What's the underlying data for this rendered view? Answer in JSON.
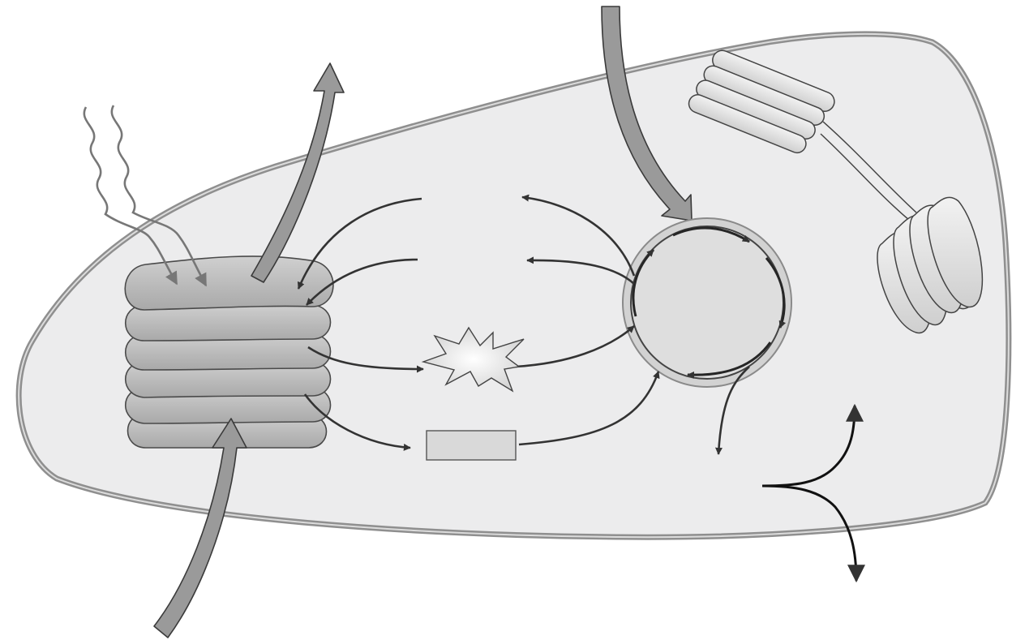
{
  "diagram": {
    "kind": "unlabeled cell schematic",
    "colors": {
      "cytoplasm": "#ececed",
      "membrane": "#8f8f8f",
      "membrane_inner": "#dcdcdc",
      "thylakoid": "#bdbdbd",
      "mitochondrion": "#e6e6e6",
      "large_arrow": "#9a9a9a",
      "flow_arrow": "#333333",
      "light_wave": "#777777",
      "product_box": "#d9d9d9"
    },
    "components": [
      {
        "name": "cell-membrane",
        "icon": "cell-outline"
      },
      {
        "name": "chloroplast-stack",
        "icon": "stacked-thylakoids"
      },
      {
        "name": "light-waves",
        "icon": "wavy-arrow-icon"
      },
      {
        "name": "mitochondrion",
        "icon": "circle-organelle"
      },
      {
        "name": "golgi-body",
        "icon": "stacked-cisternae"
      },
      {
        "name": "energy-burst",
        "icon": "star-burst-icon"
      },
      {
        "name": "product-box",
        "icon": "rectangle-icon"
      }
    ]
  }
}
